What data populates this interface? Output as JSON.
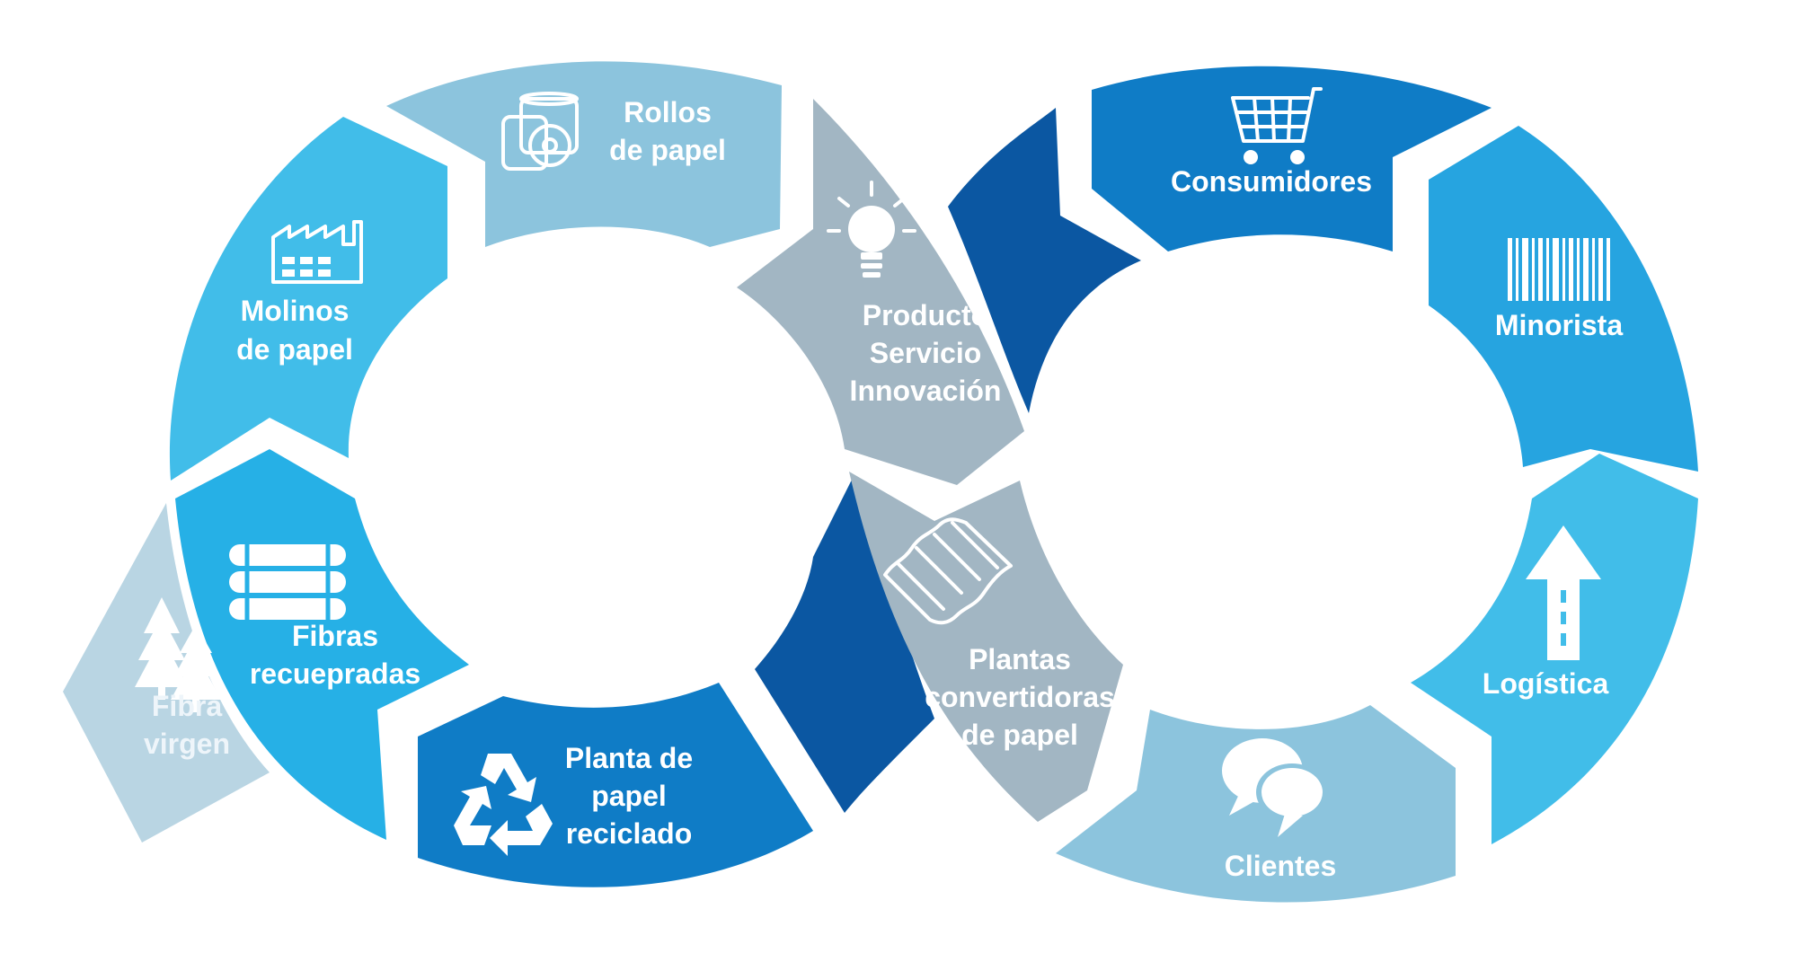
{
  "colors": {
    "light_blue": "#8cc4dd",
    "sky_blue": "#41bde9",
    "cyan": "#26b0e6",
    "medium_blue": "#0f7cc6",
    "deep_blue": "#0d5ea8",
    "navy": "#0b57a2",
    "grey_blue": "#a2b6c3",
    "fiber_virgin": "#b9d5e3"
  },
  "left_loop": {
    "rollos": {
      "line1": "Rollos",
      "line2": "de papel",
      "icon": "paper-rolls-icon"
    },
    "molinos": {
      "line1": "Molinos",
      "line2": "de papel",
      "icon": "factory-icon"
    },
    "fibras": {
      "line1": "Fibras",
      "line2": "recuepradas",
      "icon": "bales-icon"
    },
    "fibra_virgen": {
      "line1": "Fibra",
      "line2": "virgen",
      "icon": "trees-icon"
    },
    "planta": {
      "line1": "Planta de",
      "line2": "papel",
      "line3": "reciclado",
      "icon": "recycle-icon"
    }
  },
  "center": {
    "producto": {
      "line1": "Producto",
      "line2": "Servicio",
      "line3": "Innovación",
      "icon": "lightbulb-icon"
    },
    "plantas": {
      "line1": "Plantas",
      "line2": "convertidoras",
      "line3": "de papel",
      "icon": "corrugated-board-icon"
    }
  },
  "right_loop": {
    "consumidores": {
      "label": "Consumidores",
      "icon": "shopping-cart-icon"
    },
    "minorista": {
      "label": "Minorista",
      "icon": "barcode-icon"
    },
    "logistica": {
      "label": "Logística",
      "icon": "road-arrow-icon"
    },
    "clientes": {
      "label": "Clientes",
      "icon": "speech-bubbles-icon"
    }
  }
}
